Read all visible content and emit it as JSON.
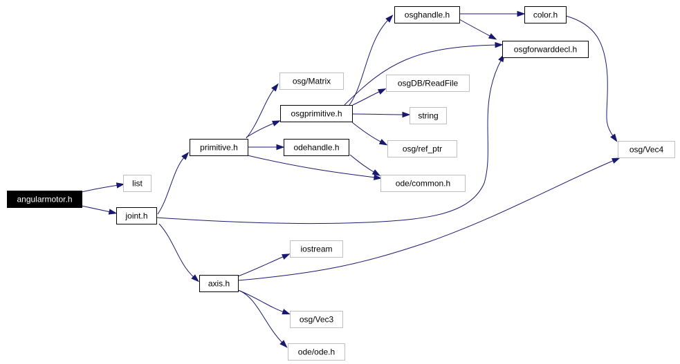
{
  "diagram": {
    "nodes": [
      {
        "id": "angularmotor",
        "label": "angularmotor.h",
        "kind": "root"
      },
      {
        "id": "list",
        "label": "list",
        "kind": "external"
      },
      {
        "id": "joint",
        "label": "joint.h",
        "kind": "primary"
      },
      {
        "id": "primitive",
        "label": "primitive.h",
        "kind": "primary"
      },
      {
        "id": "axis",
        "label": "axis.h",
        "kind": "primary"
      },
      {
        "id": "osgmatrix",
        "label": "osg/Matrix",
        "kind": "external"
      },
      {
        "id": "osgprimitive",
        "label": "osgprimitive.h",
        "kind": "primary"
      },
      {
        "id": "odehandle",
        "label": "odehandle.h",
        "kind": "primary"
      },
      {
        "id": "odecommon",
        "label": "ode/common.h",
        "kind": "external"
      },
      {
        "id": "osghandle",
        "label": "osghandle.h",
        "kind": "primary"
      },
      {
        "id": "osgdbreadfile",
        "label": "osgDB/ReadFile",
        "kind": "external"
      },
      {
        "id": "string",
        "label": "string",
        "kind": "external"
      },
      {
        "id": "osgrefptr",
        "label": "osg/ref_ptr",
        "kind": "external"
      },
      {
        "id": "color",
        "label": "color.h",
        "kind": "primary"
      },
      {
        "id": "osgforwarddecl",
        "label": "osgforwarddecl.h",
        "kind": "primary"
      },
      {
        "id": "osgvec4",
        "label": "osg/Vec4",
        "kind": "external"
      },
      {
        "id": "iostream",
        "label": "iostream",
        "kind": "external"
      },
      {
        "id": "osgvec3",
        "label": "osg/Vec3",
        "kind": "external"
      },
      {
        "id": "odeode",
        "label": "ode/ode.h",
        "kind": "external"
      }
    ],
    "edges": [
      {
        "from": "angularmotor",
        "to": "list"
      },
      {
        "from": "angularmotor",
        "to": "joint"
      },
      {
        "from": "joint",
        "to": "primitive"
      },
      {
        "from": "joint",
        "to": "osgforwarddecl"
      },
      {
        "from": "joint",
        "to": "axis"
      },
      {
        "from": "primitive",
        "to": "osgmatrix"
      },
      {
        "from": "primitive",
        "to": "osgprimitive"
      },
      {
        "from": "primitive",
        "to": "odehandle"
      },
      {
        "from": "primitive",
        "to": "odecommon"
      },
      {
        "from": "osgprimitive",
        "to": "osghandle"
      },
      {
        "from": "osgprimitive",
        "to": "osgforwarddecl"
      },
      {
        "from": "osgprimitive",
        "to": "osgdbreadfile"
      },
      {
        "from": "osgprimitive",
        "to": "string"
      },
      {
        "from": "osgprimitive",
        "to": "osgrefptr"
      },
      {
        "from": "osghandle",
        "to": "color"
      },
      {
        "from": "osghandle",
        "to": "osgforwarddecl"
      },
      {
        "from": "color",
        "to": "osgvec4"
      },
      {
        "from": "odehandle",
        "to": "odecommon"
      },
      {
        "from": "axis",
        "to": "iostream"
      },
      {
        "from": "axis",
        "to": "osgvec3"
      },
      {
        "from": "axis",
        "to": "odeode"
      },
      {
        "from": "axis",
        "to": "osgvec4"
      }
    ],
    "colors": {
      "edge": "#191970",
      "primary_border": "#000000",
      "external_border": "#bfbfbf",
      "root_fill": "#000000",
      "root_text": "#ffffff"
    }
  }
}
